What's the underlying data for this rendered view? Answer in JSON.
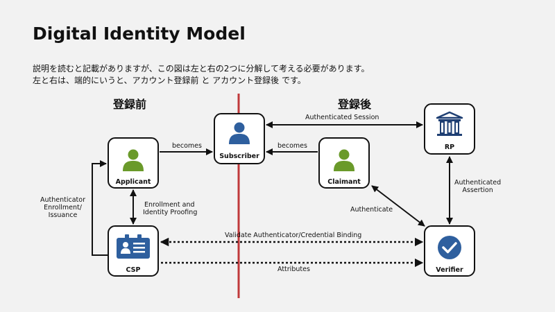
{
  "title": "Digital Identity Model",
  "description": [
    "説明を読むと記載がありますが、この図は左と右の2つに分解して考える必要があります。",
    "左と右は、端的にいうと、アカウント登録前 と アカウント登録後 です。"
  ],
  "sections": {
    "before": "登録前",
    "after": "登録後"
  },
  "nodes": {
    "applicant": "Applicant",
    "subscriber": "Subscriber",
    "claimant": "Claimant",
    "rp": "RP",
    "csp": "CSP",
    "verifier": "Verifier"
  },
  "edges": {
    "becomes_left": "becomes",
    "becomes_right": "becomes",
    "authenticated_session": "Authenticated Session",
    "authenticated_assertion": [
      "Authenticated",
      "Assertion"
    ],
    "authenticate": "Authenticate",
    "enrollment": [
      "Enrollment and",
      "Identity Proofing"
    ],
    "authenticator_enrollment": [
      "Authenticator",
      "Enrollment/",
      "Issuance"
    ],
    "validate_binding": "Validate Authenticator/Credential Binding",
    "attributes": "Attributes"
  },
  "colors": {
    "divider": "#c0393b",
    "person": "#6a9a2a",
    "subscriber": "#2e5f9e",
    "rp": "#1f3f73",
    "verifier": "#2e5f9e"
  },
  "icons": {
    "applicant": "person-icon",
    "subscriber": "person-icon",
    "claimant": "person-icon",
    "rp": "bank-building-icon",
    "csp": "id-card-icon",
    "verifier": "check-circle-icon"
  }
}
